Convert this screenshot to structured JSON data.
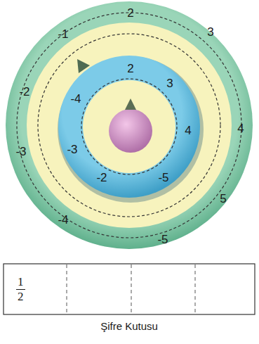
{
  "diagram": {
    "caption": "Şifre Kutusu",
    "nodes": [
      {
        "text": [
          "2",
          "3",
          "4",
          "5",
          "-5",
          "-4",
          "-3",
          "-2",
          "-1"
        ]
      },
      {
        "text": [
          "2",
          "3",
          "4",
          "-5",
          "-2",
          "-3",
          "-4"
        ],
        "in": 0
      },
      {
        "text": [
          "1",
          "2"
        ]
      }
    ]
  }
}
